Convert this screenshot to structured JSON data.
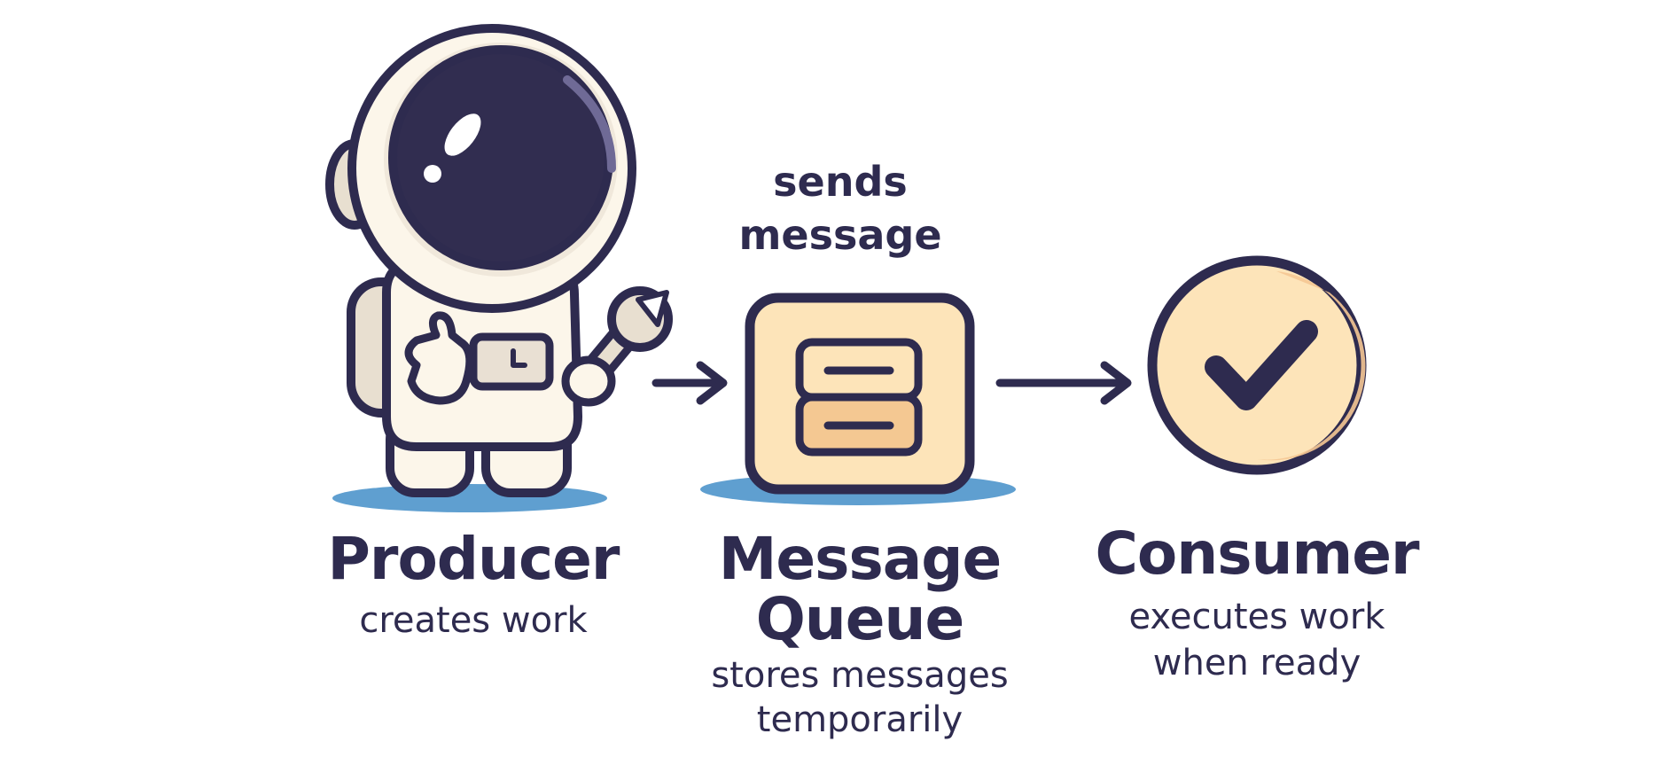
{
  "diagram": {
    "edge_label_line1": "sends",
    "edge_label_line2": "message",
    "producer": {
      "title": "Producer",
      "subtitle": "creates work"
    },
    "queue": {
      "title_line1": "Message",
      "title_line2": "Queue",
      "subtitle_line1": "stores messages",
      "subtitle_line2": "temporarily"
    },
    "consumer": {
      "title": "Consumer",
      "subtitle_line1": "executes work",
      "subtitle_line2": "when ready"
    }
  },
  "colors": {
    "ink": "#2e2b4f",
    "visor": "#312d50",
    "suit": "#fcf6ea",
    "suit_shade": "#e8dfd0",
    "panel": "#e9e0d3",
    "queue_fill": "#fde4b9",
    "queue_slot_bottom": "#f4c892",
    "check_fill": "#fde4b9",
    "check_shade": "#f5c794",
    "shadow": "#5f9fd0"
  },
  "icons": {
    "producer": "astronaut-with-wrench-icon",
    "queue": "message-queue-stack-icon",
    "consumer": "checkmark-circle-icon"
  }
}
